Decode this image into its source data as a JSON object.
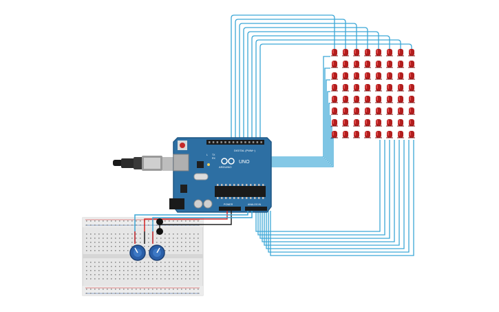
{
  "colors": {
    "background": "#ffffff",
    "wire": "#3aa6d6",
    "board": "#2d6fa3",
    "board_dark": "#1f5784",
    "led": "#b21e1e",
    "led_highlight": "#e04a4a",
    "breadboard": "#e9e9e9",
    "pot": "#2a5fa8",
    "red_wire": "#d42424",
    "black_wire": "#222222"
  },
  "arduino": {
    "brand": "ARDUINO",
    "model": "UNO",
    "digital_label": "DIGITAL (PWM~)",
    "power_label": "POWER",
    "analog_label": "ANALOG IN",
    "tx_label": "TX",
    "rx_label": "RX",
    "l_label": "L",
    "on_label": "ON"
  },
  "led_matrix": {
    "rows": 8,
    "cols": 8
  },
  "components": {
    "usb_cable": "usb-cable",
    "power_jack": "dc-power-jack",
    "reset_button": "reset-button",
    "chip": "atmega-chip",
    "potentiometers": 2
  }
}
